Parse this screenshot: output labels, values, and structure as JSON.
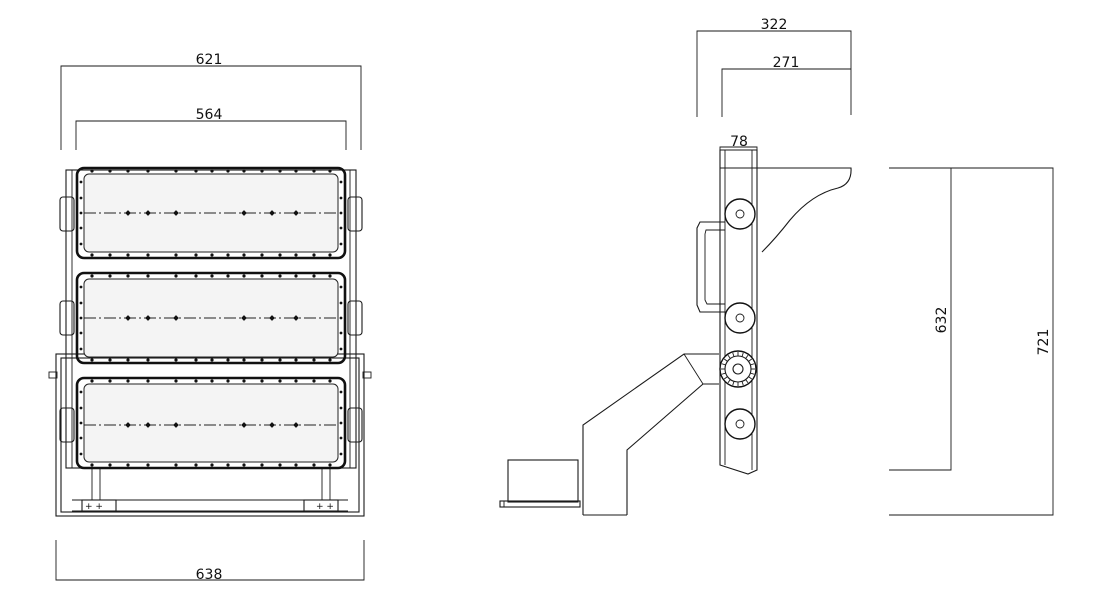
{
  "front_view": {
    "dim_top_outer": "621",
    "dim_top_inner": "564",
    "dim_bottom": "638"
  },
  "side_view": {
    "dim_top_outer": "322",
    "dim_top_inner": "271",
    "dim_depth": "78",
    "dim_height_inner": "632",
    "dim_height_outer": "721"
  }
}
